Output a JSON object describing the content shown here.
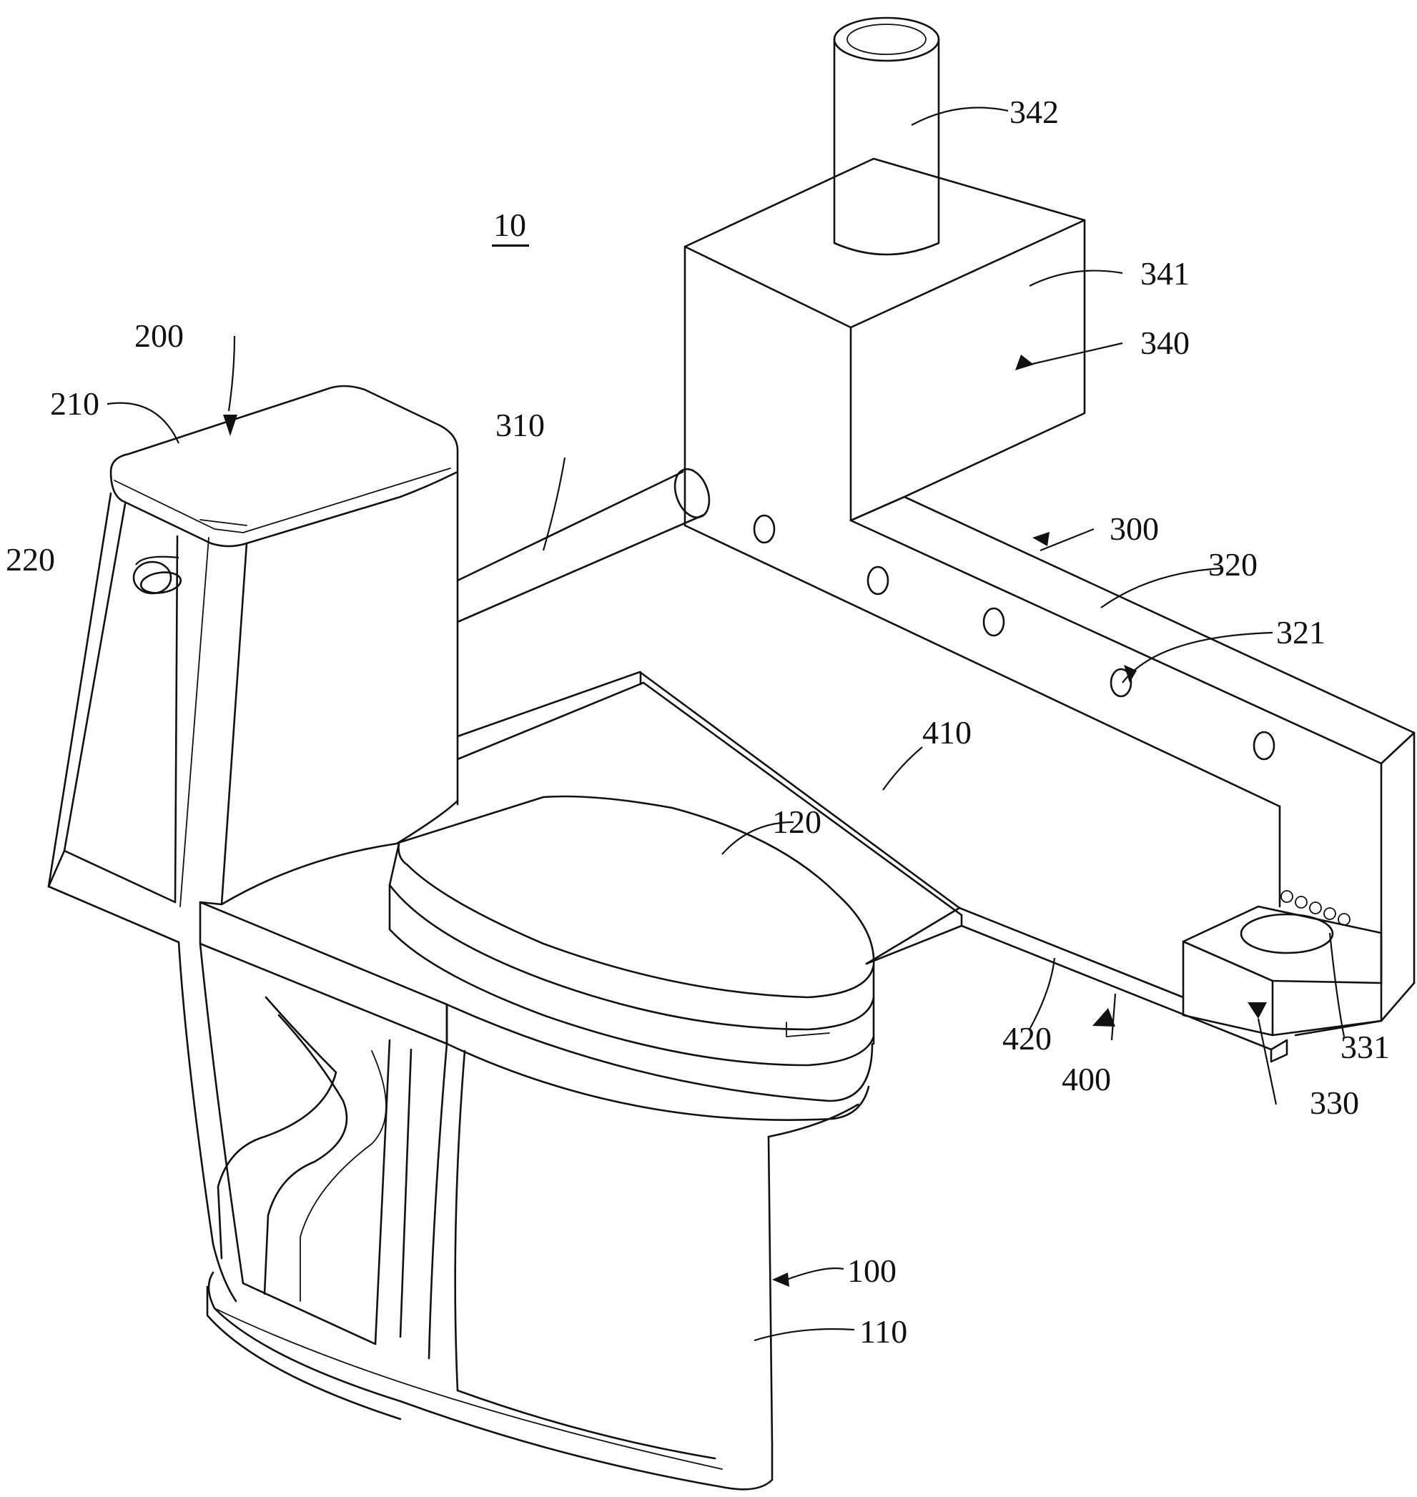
{
  "figure": {
    "labels": {
      "assembly": "10",
      "toilet_body": "100",
      "bowl": "110",
      "seat_lid": "120",
      "tank": "200",
      "tank_lid": "210",
      "flush_button": "220",
      "frame": "300",
      "rod": "310",
      "beam": "320",
      "beam_hole": "321",
      "base_block": "330",
      "base_hole": "331",
      "box": "340",
      "box_body": "341",
      "pipe": "342",
      "rail": "400",
      "rail_track": "410",
      "rail_slide": "420"
    }
  }
}
